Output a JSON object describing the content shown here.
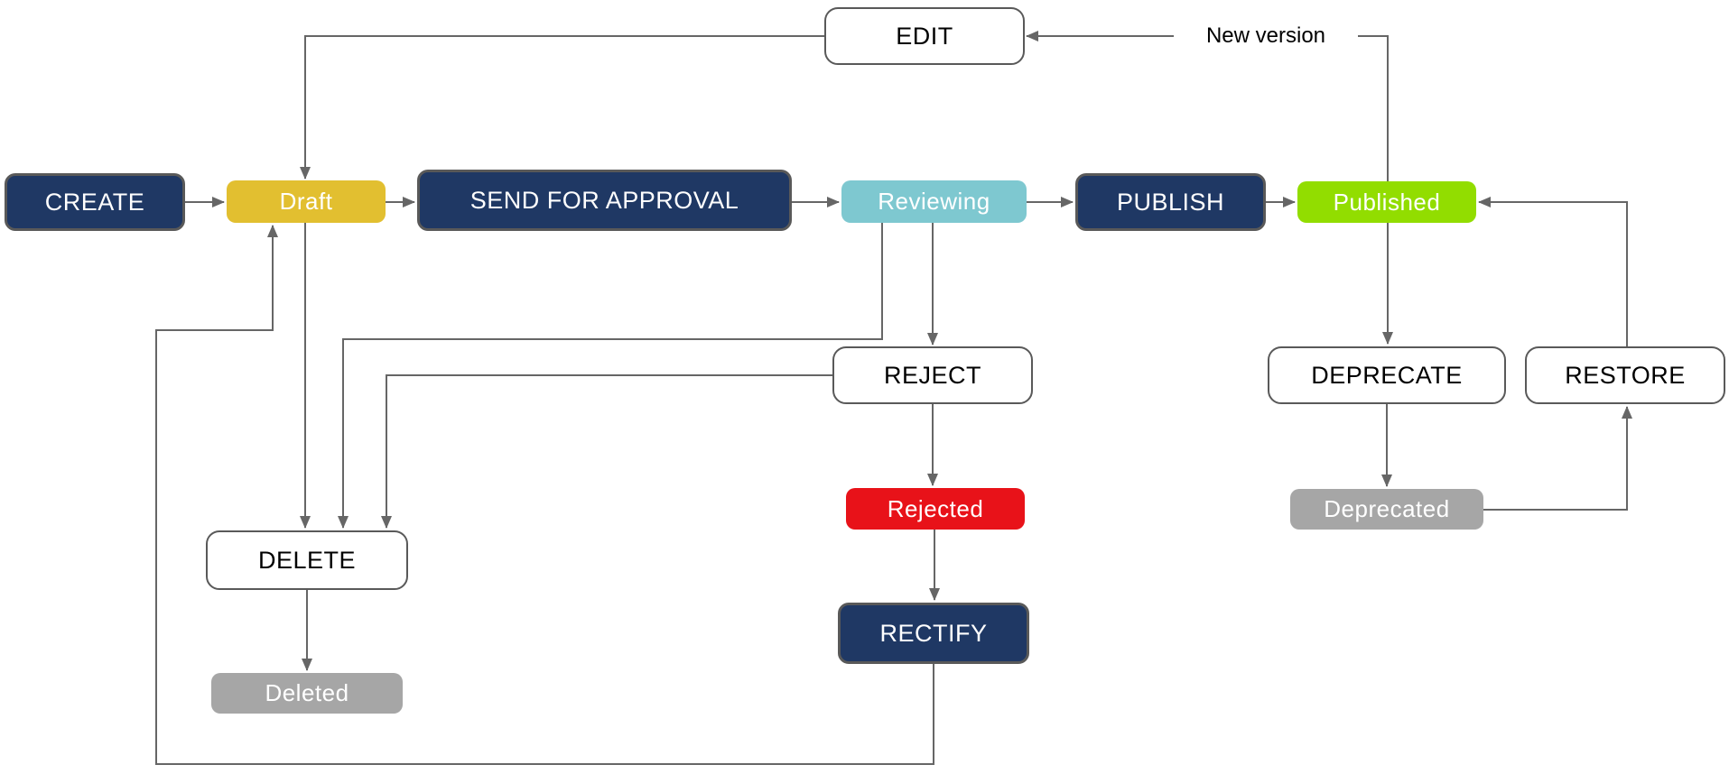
{
  "diagram": {
    "type": "state-machine-flowchart",
    "background_color": "#ffffff",
    "connector_color": "#666666",
    "labels": {
      "new_version": "New version"
    },
    "nodes": {
      "create": {
        "label": "CREATE",
        "kind": "action",
        "color": "#1f3864",
        "text_color": "#ffffff"
      },
      "draft": {
        "label": "Draft",
        "kind": "state",
        "color": "#e2bf30",
        "text_color": "#ffffff"
      },
      "send_for_approval": {
        "label": "SEND FOR APPROVAL",
        "kind": "action",
        "color": "#1f3864",
        "text_color": "#ffffff"
      },
      "reviewing": {
        "label": "Reviewing",
        "kind": "state",
        "color": "#7ec8d0",
        "text_color": "#ffffff"
      },
      "publish": {
        "label": "PUBLISH",
        "kind": "action",
        "color": "#1f3864",
        "text_color": "#ffffff"
      },
      "published": {
        "label": "Published",
        "kind": "state",
        "color": "#92dd00",
        "text_color": "#ffffff"
      },
      "edit": {
        "label": "EDIT",
        "kind": "outline",
        "color": "#ffffff",
        "text_color": "#000000"
      },
      "reject": {
        "label": "REJECT",
        "kind": "outline",
        "color": "#ffffff",
        "text_color": "#000000"
      },
      "rejected": {
        "label": "Rejected",
        "kind": "state",
        "color": "#e81219",
        "text_color": "#ffffff"
      },
      "rectify": {
        "label": "RECTIFY",
        "kind": "action",
        "color": "#1f3864",
        "text_color": "#ffffff"
      },
      "delete": {
        "label": "DELETE",
        "kind": "outline",
        "color": "#ffffff",
        "text_color": "#000000"
      },
      "deleted": {
        "label": "Deleted",
        "kind": "state",
        "color": "#a6a6a6",
        "text_color": "#ffffff"
      },
      "deprecate": {
        "label": "DEPRECATE",
        "kind": "outline",
        "color": "#ffffff",
        "text_color": "#000000"
      },
      "restore": {
        "label": "RESTORE",
        "kind": "outline",
        "color": "#ffffff",
        "text_color": "#000000"
      },
      "deprecated": {
        "label": "Deprecated",
        "kind": "state",
        "color": "#a6a6a6",
        "text_color": "#ffffff"
      }
    },
    "edges": [
      {
        "from": "create",
        "to": "draft",
        "label": ""
      },
      {
        "from": "draft",
        "to": "send_for_approval",
        "label": ""
      },
      {
        "from": "send_for_approval",
        "to": "reviewing",
        "label": ""
      },
      {
        "from": "reviewing",
        "to": "publish",
        "label": ""
      },
      {
        "from": "publish",
        "to": "published",
        "label": ""
      },
      {
        "from": "edit",
        "to": "draft",
        "label": ""
      },
      {
        "from": "published",
        "to": "edit",
        "label": "New version"
      },
      {
        "from": "reviewing",
        "to": "reject",
        "label": ""
      },
      {
        "from": "reject",
        "to": "rejected",
        "label": ""
      },
      {
        "from": "rejected",
        "to": "rectify",
        "label": ""
      },
      {
        "from": "rectify",
        "to": "draft",
        "label": ""
      },
      {
        "from": "draft",
        "to": "delete",
        "label": ""
      },
      {
        "from": "reviewing",
        "to": "delete",
        "label": ""
      },
      {
        "from": "reject",
        "to": "delete",
        "label": ""
      },
      {
        "from": "delete",
        "to": "deleted",
        "label": ""
      },
      {
        "from": "published",
        "to": "deprecate",
        "label": ""
      },
      {
        "from": "deprecate",
        "to": "deprecated",
        "label": ""
      },
      {
        "from": "deprecated",
        "to": "restore",
        "label": ""
      },
      {
        "from": "restore",
        "to": "published",
        "label": ""
      }
    ]
  }
}
